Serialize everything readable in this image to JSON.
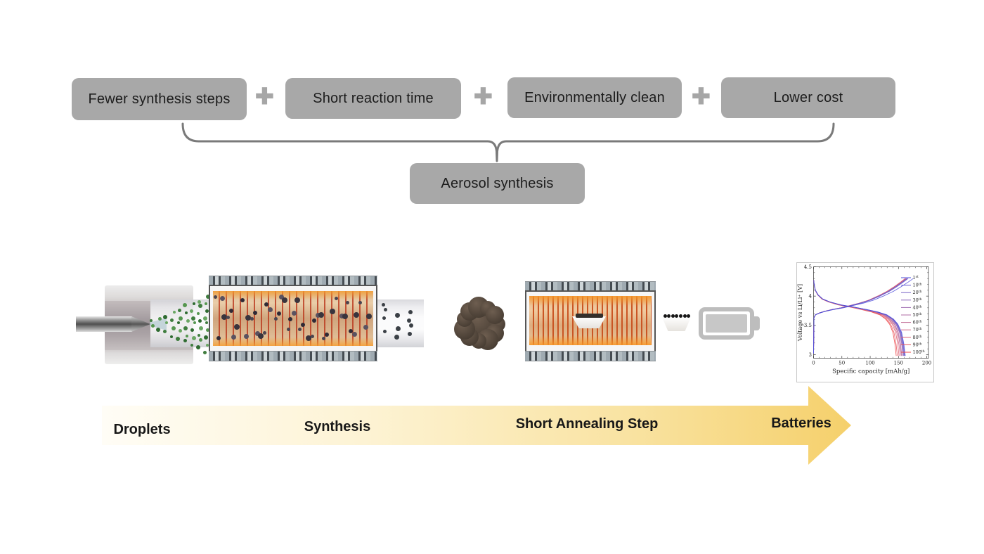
{
  "benefits": {
    "plus": "✚",
    "items": [
      {
        "label": "Fewer synthesis steps"
      },
      {
        "label": "Short reaction time"
      },
      {
        "label": "Environmentally clean"
      },
      {
        "label": "Lower cost"
      }
    ],
    "result": {
      "label": "Aerosol synthesis"
    }
  },
  "process": {
    "labels": {
      "droplets": "Droplets",
      "synthesis": "Synthesis",
      "annealing": "Short Annealing Step",
      "batteries": "Batteries"
    }
  },
  "colors": {
    "box_gray": "#a8a8a8",
    "plus_gray": "#a6a6a6",
    "bracket_gray": "#7a7a7a",
    "arrow_start": "#fffdf6",
    "arrow_end": "#f5d06b",
    "droplet_green": "#3f7d3e",
    "coil_red": "#cf4a2a",
    "coil_orange": "#f09f2e",
    "battery_gray": "#bdbdbd"
  },
  "chart_data": {
    "type": "line",
    "title": "",
    "xlabel": "Specific capacity [mAh/g]",
    "ylabel": "Voltage vs Li/Li⁺ [V]",
    "xlim": [
      0,
      203
    ],
    "ylim": [
      2.94,
      4.5
    ],
    "xticks": [
      0,
      50,
      100,
      150,
      200
    ],
    "yticks": [
      3,
      3.5,
      4,
      4.5
    ],
    "grid": false,
    "legend_position": "right",
    "series": [
      {
        "name": "1",
        "suffix": "st",
        "color": "#4a4ad9",
        "charge_capacity": 176,
        "discharge_capacity": 162
      },
      {
        "name": "10",
        "suffix": "th",
        "color": "#6156cf",
        "charge_capacity": 167,
        "discharge_capacity": 161
      },
      {
        "name": "20",
        "suffix": "th",
        "color": "#7760c5",
        "charge_capacity": 166,
        "discharge_capacity": 160
      },
      {
        "name": "30",
        "suffix": "th",
        "color": "#8c67bb",
        "charge_capacity": 165,
        "discharge_capacity": 159
      },
      {
        "name": "40",
        "suffix": "th",
        "color": "#9f6bb0",
        "charge_capacity": 165,
        "discharge_capacity": 158
      },
      {
        "name": "50",
        "suffix": "th",
        "color": "#b16da4",
        "charge_capacity": 164,
        "discharge_capacity": 156
      },
      {
        "name": "60",
        "suffix": "th",
        "color": "#c16c96",
        "charge_capacity": 164,
        "discharge_capacity": 155
      },
      {
        "name": "70",
        "suffix": "th",
        "color": "#d06886",
        "charge_capacity": 163,
        "discharge_capacity": 153
      },
      {
        "name": "80",
        "suffix": "th",
        "color": "#dd6173",
        "charge_capacity": 163,
        "discharge_capacity": 151
      },
      {
        "name": "90",
        "suffix": "th",
        "color": "#e8565e",
        "charge_capacity": 162,
        "discharge_capacity": 148
      },
      {
        "name": "100",
        "suffix": "th",
        "color": "#f04747",
        "charge_capacity": 162,
        "discharge_capacity": 146
      }
    ],
    "charge_profile": [
      [
        0,
        3.02
      ],
      [
        0.004,
        3.63
      ],
      [
        0.02,
        3.68
      ],
      [
        0.06,
        3.71
      ],
      [
        0.12,
        3.74
      ],
      [
        0.2,
        3.77
      ],
      [
        0.3,
        3.8
      ],
      [
        0.4,
        3.84
      ],
      [
        0.5,
        3.88
      ],
      [
        0.6,
        3.93
      ],
      [
        0.7,
        4.0
      ],
      [
        0.8,
        4.08
      ],
      [
        0.88,
        4.16
      ],
      [
        0.95,
        4.24
      ],
      [
        1,
        4.3
      ]
    ],
    "discharge_profile": [
      [
        0.002,
        4.27
      ],
      [
        0.006,
        4.2
      ],
      [
        0.02,
        4.1
      ],
      [
        0.05,
        4.02
      ],
      [
        0.1,
        3.95
      ],
      [
        0.18,
        3.9
      ],
      [
        0.3,
        3.85
      ],
      [
        0.45,
        3.81
      ],
      [
        0.58,
        3.77
      ],
      [
        0.7,
        3.73
      ],
      [
        0.8,
        3.68
      ],
      [
        0.87,
        3.61
      ],
      [
        0.92,
        3.52
      ],
      [
        0.96,
        3.38
      ],
      [
        0.985,
        3.18
      ],
      [
        1,
        2.98
      ]
    ]
  }
}
